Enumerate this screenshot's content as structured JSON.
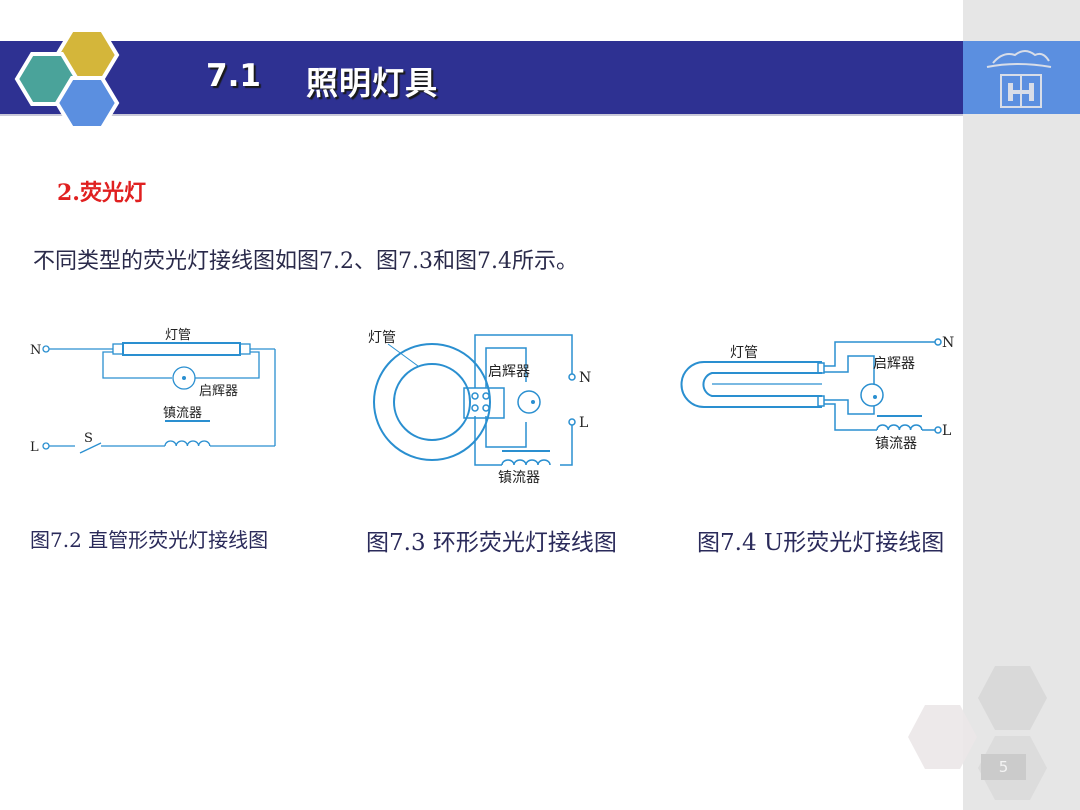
{
  "header": {
    "section_number": "7.1",
    "title": "照明灯具",
    "colors": {
      "bar": "#2e3192",
      "logo_bg": "#5b8fe0",
      "hex_teal": "#4aa39a",
      "hex_gold": "#d4b63a",
      "hex_blue": "#5b8fe0"
    }
  },
  "content": {
    "heading": "2.荧光灯",
    "intro": "不同类型的荧光灯接线图如图7.2、图7.3和图7.4所示。"
  },
  "figures": [
    {
      "caption": "图7.2 直管形荧光灯接线图",
      "labels": {
        "tube": "灯管",
        "starter": "启辉器",
        "ballast": "镇流器",
        "neutral": "N",
        "live": "L",
        "switch": "S"
      }
    },
    {
      "caption": "图7.3 环形荧光灯接线图",
      "labels": {
        "tube": "灯管",
        "starter": "启辉器",
        "ballast": "镇流器",
        "neutral": "N",
        "live": "L"
      }
    },
    {
      "caption": "图7.4 U形荧光灯接线图",
      "labels": {
        "tube": "灯管",
        "starter": "启辉器",
        "ballast": "镇流器",
        "neutral": "N",
        "live": "L"
      }
    }
  ],
  "footer": {
    "page_number": "5"
  },
  "diagram_color": "#2a8fd0"
}
